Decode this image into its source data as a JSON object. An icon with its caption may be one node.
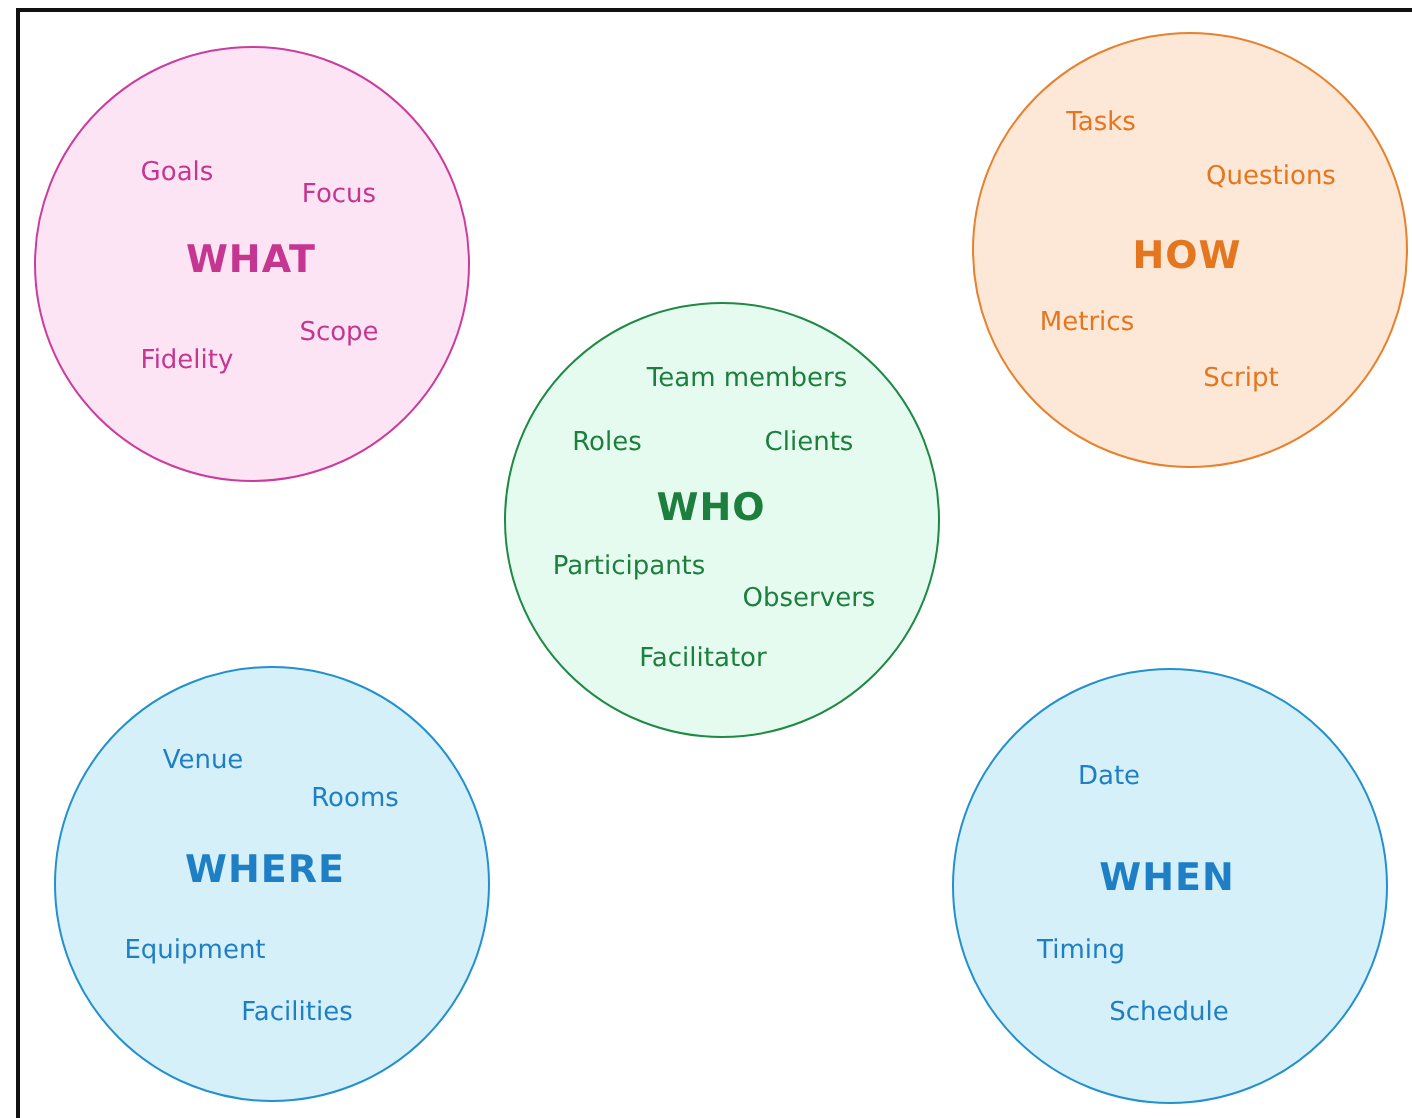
{
  "diagram": {
    "nodes": [
      {
        "text": [
          "Goals",
          "Focus",
          "WHAT",
          "Scope",
          "Fidelity"
        ]
      },
      {
        "text": [
          "Tasks",
          "Questions",
          "HOW",
          "Metrics",
          "Script"
        ]
      },
      {
        "text": [
          "Team members",
          "Roles",
          "Clients",
          "WHO",
          "Participants",
          "Observers",
          "Facilitator"
        ]
      },
      {
        "text": [
          "Venue",
          "Rooms",
          "WHERE",
          "Equipment",
          "Facilities"
        ]
      },
      {
        "text": [
          "Date",
          "WHEN",
          "Timing",
          "Schedule"
        ]
      }
    ]
  }
}
